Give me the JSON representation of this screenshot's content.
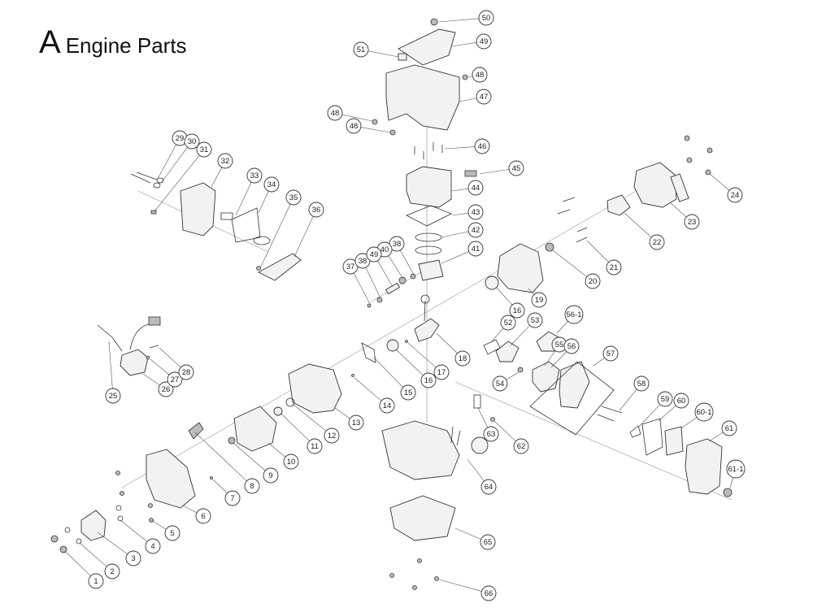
{
  "title": {
    "letter": "A",
    "text": "Engine Parts"
  },
  "callouts": [
    {
      "id": "1",
      "label": "1"
    },
    {
      "id": "2",
      "label": "2"
    },
    {
      "id": "3",
      "label": "3"
    },
    {
      "id": "4",
      "label": "4"
    },
    {
      "id": "5",
      "label": "5"
    },
    {
      "id": "6",
      "label": "6"
    },
    {
      "id": "7",
      "label": "7"
    },
    {
      "id": "8",
      "label": "8"
    },
    {
      "id": "9",
      "label": "9"
    },
    {
      "id": "10",
      "label": "10"
    },
    {
      "id": "11",
      "label": "11"
    },
    {
      "id": "12",
      "label": "12"
    },
    {
      "id": "13",
      "label": "13"
    },
    {
      "id": "14",
      "label": "14"
    },
    {
      "id": "15",
      "label": "15"
    },
    {
      "id": "16a",
      "label": "16"
    },
    {
      "id": "16b",
      "label": "16"
    },
    {
      "id": "17",
      "label": "17"
    },
    {
      "id": "18",
      "label": "18"
    },
    {
      "id": "19",
      "label": "19"
    },
    {
      "id": "20",
      "label": "20"
    },
    {
      "id": "21",
      "label": "21"
    },
    {
      "id": "22",
      "label": "22"
    },
    {
      "id": "23",
      "label": "23"
    },
    {
      "id": "24",
      "label": "24"
    },
    {
      "id": "25",
      "label": "25"
    },
    {
      "id": "26",
      "label": "26"
    },
    {
      "id": "27",
      "label": "27"
    },
    {
      "id": "28",
      "label": "28"
    },
    {
      "id": "29",
      "label": "29"
    },
    {
      "id": "30",
      "label": "30"
    },
    {
      "id": "31",
      "label": "31"
    },
    {
      "id": "32",
      "label": "32"
    },
    {
      "id": "33",
      "label": "33"
    },
    {
      "id": "34",
      "label": "34"
    },
    {
      "id": "35",
      "label": "35"
    },
    {
      "id": "36",
      "label": "36"
    },
    {
      "id": "37",
      "label": "37"
    },
    {
      "id": "38a",
      "label": "38"
    },
    {
      "id": "38b",
      "label": "38"
    },
    {
      "id": "40",
      "label": "40"
    },
    {
      "id": "49b",
      "label": "49"
    },
    {
      "id": "41",
      "label": "41"
    },
    {
      "id": "42",
      "label": "42"
    },
    {
      "id": "43",
      "label": "43"
    },
    {
      "id": "44",
      "label": "44"
    },
    {
      "id": "45",
      "label": "45"
    },
    {
      "id": "46",
      "label": "46"
    },
    {
      "id": "47",
      "label": "47"
    },
    {
      "id": "48a",
      "label": "48"
    },
    {
      "id": "48b",
      "label": "48"
    },
    {
      "id": "48c",
      "label": "48"
    },
    {
      "id": "49",
      "label": "49"
    },
    {
      "id": "50",
      "label": "50"
    },
    {
      "id": "51",
      "label": "51"
    },
    {
      "id": "52",
      "label": "52"
    },
    {
      "id": "53",
      "label": "53"
    },
    {
      "id": "54",
      "label": "54"
    },
    {
      "id": "55",
      "label": "55"
    },
    {
      "id": "56",
      "label": "56"
    },
    {
      "id": "56-1",
      "label": "56-1"
    },
    {
      "id": "57",
      "label": "57"
    },
    {
      "id": "58",
      "label": "58"
    },
    {
      "id": "59",
      "label": "59"
    },
    {
      "id": "60",
      "label": "60"
    },
    {
      "id": "60-1",
      "label": "60-1"
    },
    {
      "id": "61",
      "label": "61"
    },
    {
      "id": "61-1",
      "label": "61-1"
    },
    {
      "id": "62",
      "label": "62"
    },
    {
      "id": "63",
      "label": "63"
    },
    {
      "id": "64",
      "label": "64"
    },
    {
      "id": "65",
      "label": "65"
    },
    {
      "id": "66",
      "label": "66"
    }
  ]
}
